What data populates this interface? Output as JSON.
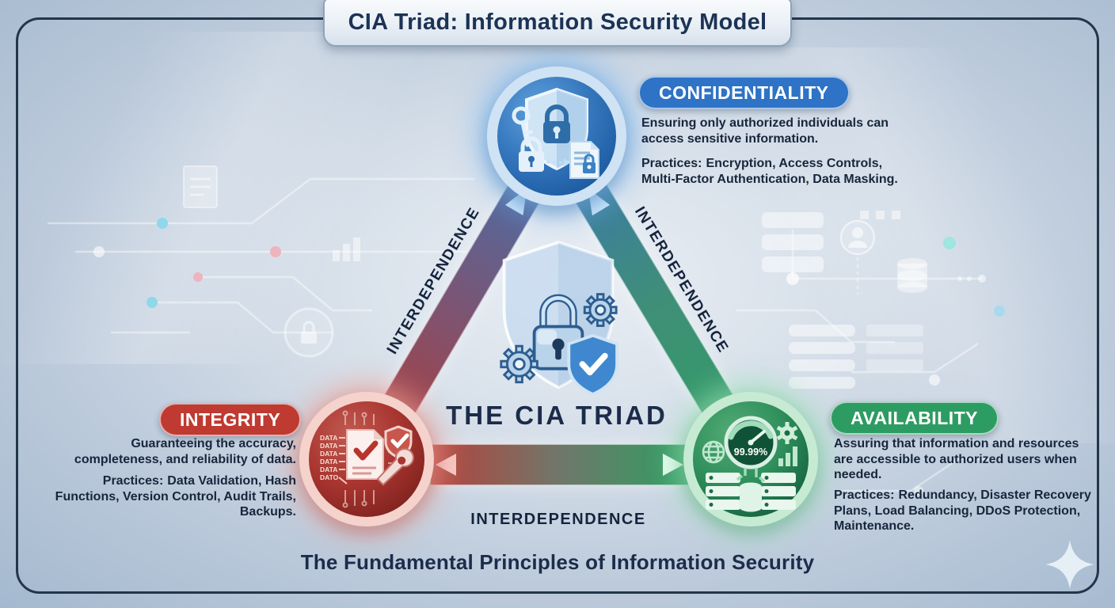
{
  "title": "CIA Triad: Information Security Model",
  "center": {
    "heading": "THE CIA TRIAD",
    "caption": "The Fundamental Principles of Information Security",
    "icons": [
      "shield-icon",
      "padlock-icon",
      "gear-icon",
      "shield-check-icon"
    ]
  },
  "edges": {
    "left_label": "INTERDEPENDENCE",
    "right_label": "INTERDEPENDENCE",
    "bottom_label": "INTERDEPENDENCE"
  },
  "principles": [
    {
      "id": "confidentiality",
      "badge": "CONFIDENTIALITY",
      "description": "Ensuring only authorized individuals can access sensitive information.",
      "practices_label": "Practices:",
      "practices": "Encryption, Access Controls, Multi-Factor Authentication, Data Masking.",
      "color": "#2e73c5"
    },
    {
      "id": "integrity",
      "badge": "INTEGRITY",
      "description": "Guaranteeing the accuracy, completeness, and reliability of data.",
      "practices_label": "Practices:",
      "practices": "Data Validation, Hash Functions, Version Control, Audit Trails, Backups.",
      "color": "#bf3a31"
    },
    {
      "id": "availability",
      "badge": "AVAILABILITY",
      "description": "Assuring that information and resources are accessible to authorized users when needed.",
      "practices_label": "Practices:",
      "practices": "Redundancy, Disaster Recovery Plans, Load Balancing, DDoS Protection, Maintenance.",
      "color": "#2d9c62"
    }
  ],
  "nodes": {
    "confidentiality": {
      "icons": [
        "shield-lock-icon",
        "key-icon",
        "padlock-icon",
        "secure-document-icon"
      ]
    },
    "integrity": {
      "icons": [
        "document-check-icon",
        "wrench-icon",
        "shield-check-icon"
      ],
      "data_lines": [
        "DATA",
        "DATA",
        "DATA",
        "DATA",
        "DATA",
        "DATO"
      ]
    },
    "availability": {
      "icons": [
        "uptime-gauge-icon",
        "globe-icon",
        "server-stack-icon",
        "database-icon",
        "gear-icon",
        "bar-chart-icon"
      ],
      "gauge_value": "99.99%"
    }
  }
}
